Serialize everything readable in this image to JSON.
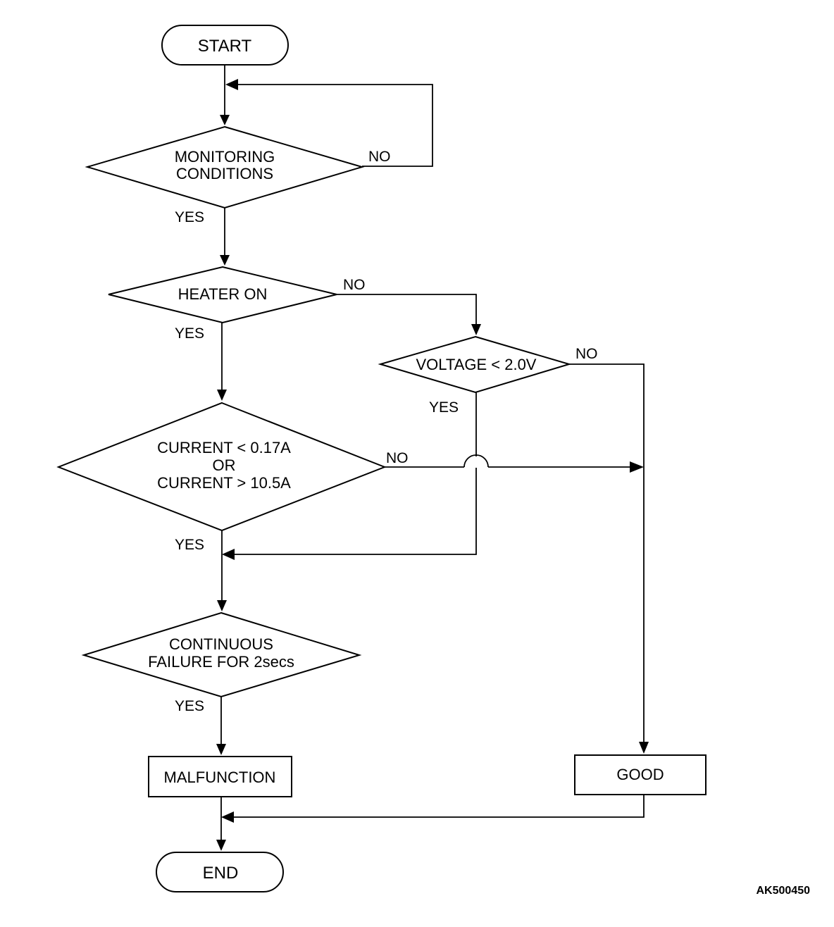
{
  "nodes": {
    "start": "START",
    "monitoring_line1": "MONITORING",
    "monitoring_line2": "CONDITIONS",
    "heater_on": "HEATER ON",
    "voltage": "VOLTAGE < 2.0V",
    "current_line1": "CURRENT < 0.17A",
    "current_line2": "OR",
    "current_line3": "CURRENT > 10.5A",
    "continuous_line1": "CONTINUOUS",
    "continuous_line2": "FAILURE FOR 2secs",
    "malfunction": "MALFUNCTION",
    "good": "GOOD",
    "end": "END"
  },
  "branches": {
    "monitoring_no": "NO",
    "monitoring_yes": "YES",
    "heater_no": "NO",
    "heater_yes": "YES",
    "voltage_no": "NO",
    "voltage_yes": "YES",
    "current_no": "NO",
    "current_yes": "YES",
    "continuous_yes": "YES"
  },
  "figure_id": "AK500450",
  "colors": {
    "stroke": "#000000",
    "background": "#ffffff"
  }
}
